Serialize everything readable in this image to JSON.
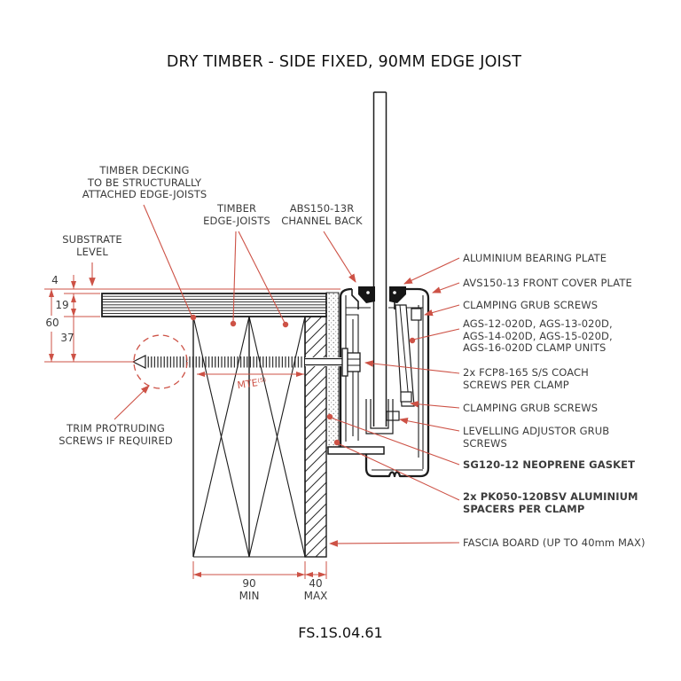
{
  "title": "DRY TIMBER - SIDE FIXED, 90MM EDGE JOIST",
  "drawing_number": "FS.1S.04.61",
  "left_labels": {
    "decking": "TIMBER DECKING\nTO BE STRUCTURALLY\nATTACHED EDGE-JOISTS",
    "edge_joists": "TIMBER\nEDGE-JOISTS",
    "channel_back": "ABS150-13R\nCHANNEL BACK",
    "substrate": "SUBSTRATE\nLEVEL",
    "trim": "TRIM PROTRUDING\nSCREWS IF REQUIRED"
  },
  "right_labels": {
    "bearing_plate": "ALUMINIUM BEARING PLATE",
    "front_cover": "AVS150-13 FRONT COVER PLATE",
    "grub_top": "CLAMPING GRUB SCREWS",
    "clamp_units": "AGS-12-020D, AGS-13-020D,\nAGS-14-020D, AGS-15-020D,\nAGS-16-020D CLAMP UNITS",
    "coach_screws": "2x FCP8-165 S/S COACH\nSCREWS PER CLAMP",
    "grub_bottom": "CLAMPING GRUB SCREWS",
    "levelling": "LEVELLING ADJUSTOR GRUB\nSCREWS",
    "gasket": "SG120-12 NEOPRENE GASKET",
    "spacers": "2x PK050-120BSV ALUMINIUM\nSPACERS PER CLAMP",
    "fascia": "FASCIA BOARD (UP TO 40mm MAX)"
  },
  "dimensions": {
    "offset_top": "4",
    "decking_thickness": "19",
    "overall": "60",
    "below_decking": "37",
    "joist_width": "90",
    "joist_width_qual": "MIN",
    "fascia_width": "40",
    "fascia_width_qual": "MAX",
    "embedment": "MTE⁽⁵⁾"
  },
  "colors": {
    "leader": "#cd5246",
    "linework": "#1c1c1c",
    "label_text": "#3c3c3c"
  }
}
